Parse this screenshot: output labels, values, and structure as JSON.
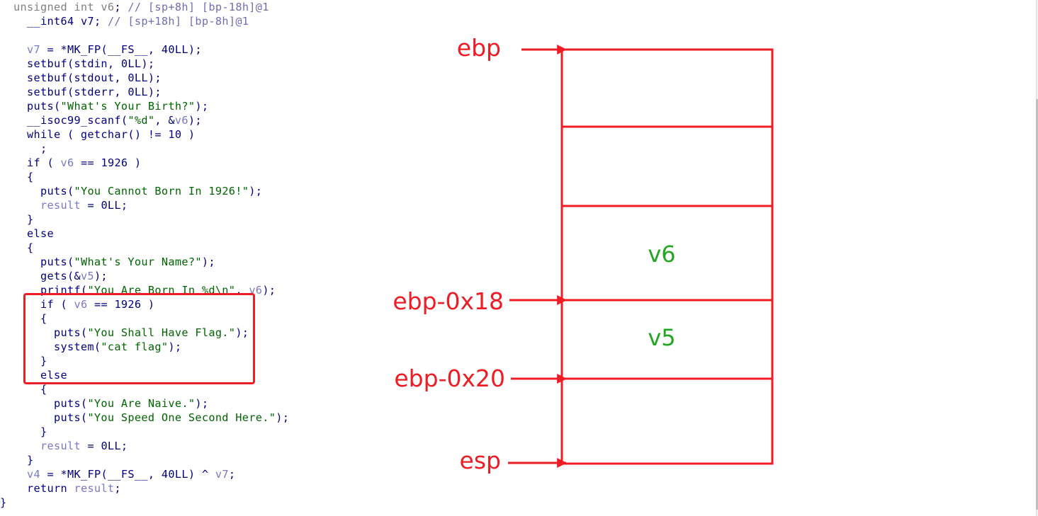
{
  "code": {
    "lines": [
      [
        [
          "unsigned int ",
          "g"
        ],
        [
          "v6",
          "g"
        ],
        [
          "; ",
          "p"
        ],
        [
          "// [sp+8h] [bp-18h]@1",
          "cm"
        ]
      ],
      [
        [
          "  __int64 ",
          "k"
        ],
        [
          "v7",
          "k"
        ],
        [
          "; ",
          "p"
        ],
        [
          "// [sp+18h] [bp-8h]@1",
          "cm"
        ]
      ],
      [],
      [
        [
          "  ",
          "p"
        ],
        [
          "v7",
          "v"
        ],
        [
          " = *MK_FP(__FS__, ",
          "k"
        ],
        [
          "40LL",
          "c"
        ],
        [
          ");",
          "p"
        ]
      ],
      [
        [
          "  setbuf(stdin, ",
          "k"
        ],
        [
          "0LL",
          "c"
        ],
        [
          ");",
          "p"
        ]
      ],
      [
        [
          "  setbuf(stdout, ",
          "k"
        ],
        [
          "0LL",
          "c"
        ],
        [
          ");",
          "p"
        ]
      ],
      [
        [
          "  setbuf(stderr, ",
          "k"
        ],
        [
          "0LL",
          "c"
        ],
        [
          ");",
          "p"
        ]
      ],
      [
        [
          "  puts(",
          "k"
        ],
        [
          "\"What's Your Birth?\"",
          "s"
        ],
        [
          ");",
          "p"
        ]
      ],
      [
        [
          "  __isoc99_scanf(",
          "k"
        ],
        [
          "\"%d\"",
          "s"
        ],
        [
          ", &",
          "p"
        ],
        [
          "v6",
          "v"
        ],
        [
          ");",
          "p"
        ]
      ],
      [
        [
          "  while ( getchar() != ",
          "k"
        ],
        [
          "10",
          "c"
        ],
        [
          " )",
          "p"
        ]
      ],
      [
        [
          "    ;",
          "p"
        ]
      ],
      [
        [
          "  if ( ",
          "k"
        ],
        [
          "v6",
          "v"
        ],
        [
          " == ",
          "p"
        ],
        [
          "1926",
          "c"
        ],
        [
          " )",
          "p"
        ]
      ],
      [
        [
          "  {",
          "p"
        ]
      ],
      [
        [
          "    puts(",
          "k"
        ],
        [
          "\"You Cannot Born In 1926!\"",
          "s"
        ],
        [
          ");",
          "p"
        ]
      ],
      [
        [
          "    ",
          "p"
        ],
        [
          "result",
          "v"
        ],
        [
          " = ",
          "p"
        ],
        [
          "0LL",
          "c"
        ],
        [
          ";",
          "p"
        ]
      ],
      [
        [
          "  }",
          "p"
        ]
      ],
      [
        [
          "  else",
          "k"
        ]
      ],
      [
        [
          "  {",
          "p"
        ]
      ],
      [
        [
          "    puts(",
          "k"
        ],
        [
          "\"What's Your Name?\"",
          "s"
        ],
        [
          ");",
          "p"
        ]
      ],
      [
        [
          "    gets(&",
          "k"
        ],
        [
          "v5",
          "v"
        ],
        [
          ");",
          "p"
        ]
      ],
      [
        [
          "    printf(",
          "k"
        ],
        [
          "\"You Are Born In %d\\n\"",
          "s"
        ],
        [
          ", ",
          "p"
        ],
        [
          "v6",
          "v"
        ],
        [
          ");",
          "p"
        ]
      ],
      [
        [
          "    if ( ",
          "k"
        ],
        [
          "v6",
          "v"
        ],
        [
          " == ",
          "p"
        ],
        [
          "1926",
          "c"
        ],
        [
          " )",
          "p"
        ]
      ],
      [
        [
          "    {",
          "p"
        ]
      ],
      [
        [
          "      puts(",
          "k"
        ],
        [
          "\"You Shall Have Flag.\"",
          "s"
        ],
        [
          ");",
          "p"
        ]
      ],
      [
        [
          "      system(",
          "k"
        ],
        [
          "\"cat flag\"",
          "s"
        ],
        [
          ");",
          "p"
        ]
      ],
      [
        [
          "    }",
          "p"
        ]
      ],
      [
        [
          "    else",
          "k"
        ]
      ],
      [
        [
          "    {",
          "p"
        ]
      ],
      [
        [
          "      puts(",
          "k"
        ],
        [
          "\"You Are Naive.\"",
          "s"
        ],
        [
          ");",
          "p"
        ]
      ],
      [
        [
          "      puts(",
          "k"
        ],
        [
          "\"You Speed One Second Here.\"",
          "s"
        ],
        [
          ");",
          "p"
        ]
      ],
      [
        [
          "    }",
          "p"
        ]
      ],
      [
        [
          "    ",
          "p"
        ],
        [
          "result",
          "v"
        ],
        [
          " = ",
          "p"
        ],
        [
          "0LL",
          "c"
        ],
        [
          ";",
          "p"
        ]
      ],
      [
        [
          "  }",
          "p"
        ]
      ],
      [
        [
          "  ",
          "p"
        ],
        [
          "v4",
          "v"
        ],
        [
          " = *MK_FP(__FS__, ",
          "k"
        ],
        [
          "40LL",
          "c"
        ],
        [
          ") ^ ",
          "p"
        ],
        [
          "v7",
          "v"
        ],
        [
          ";",
          "p"
        ]
      ],
      [
        [
          "  return ",
          "k"
        ],
        [
          "result",
          "v"
        ],
        [
          ";",
          "p"
        ]
      ],
      [
        [
          "}",
          "p"
        ]
      ]
    ]
  },
  "stack": {
    "pointers": {
      "ebp": "ebp",
      "ebp_0x18": "ebp-0x18",
      "ebp_0x20": "ebp-0x20",
      "esp": "esp"
    },
    "slots": {
      "v6": "v6",
      "v5": "v5"
    }
  },
  "colors": {
    "annotation_red": "#ee1c24",
    "slot_label_green": "#22a522",
    "code_string": "#006400",
    "code_variable": "#7878c8",
    "code_identifier": "#000080"
  }
}
